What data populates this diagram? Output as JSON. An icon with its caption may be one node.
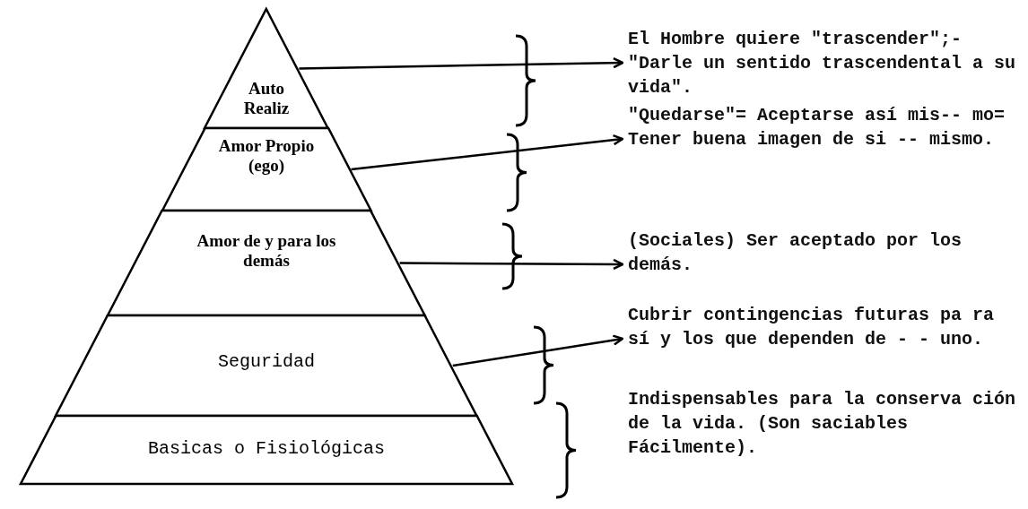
{
  "diagram": {
    "nodes": [
      {
        "text": [
          "Auto Realiz"
        ]
      },
      {
        "text": [
          "Amor Propio (ego)"
        ]
      },
      {
        "text": [
          "Amor de y para los demás"
        ]
      },
      {
        "text": [
          "Seguridad"
        ]
      },
      {
        "text": [
          "Basicas o Fisiológicas"
        ]
      },
      {
        "text": [
          "El Hombre quiere \"trascender\";- \"Darle un sentido trascendental a su vida\"."
        ]
      },
      {
        "text": [
          "\"Quedarse\"= Aceptarse así mis-- mo= Tener buena imagen de si -- mismo."
        ]
      },
      {
        "text": [
          "(Sociales) Ser aceptado por los demás."
        ]
      },
      {
        "text": [
          "Cubrir contingencias futuras pa ra sí y los que dependen de - - uno."
        ]
      }
    ],
    "edges": [
      {
        "from": 0,
        "to": 5,
        "arrow": "to"
      },
      {
        "from": 1,
        "to": 6,
        "arrow": "to"
      },
      {
        "from": 2,
        "to": 7,
        "arrow": "to"
      },
      {
        "from": 3,
        "to": 8,
        "arrow": "to"
      }
    ],
    "labels": [
      "Indispensables para la conserva ción de la vida. (Son saciables Fácilmente)."
    ]
  }
}
